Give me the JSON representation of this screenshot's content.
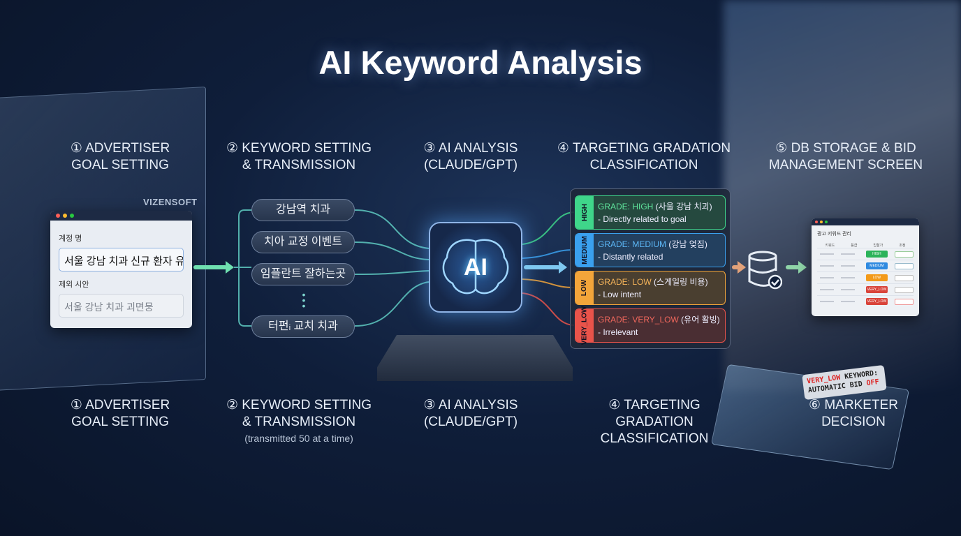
{
  "title": "AI Keyword Analysis",
  "steps_top": [
    {
      "label": "① ADVERTISER\nGOAL SETTING"
    },
    {
      "label": "② KEYWORD SETTING\n& TRANSMISSION"
    },
    {
      "label": "③ AI ANALYSIS\n(CLAUDE/GPT)"
    },
    {
      "label": "④ TARGETING GRADATION\nCLASSIFICATION"
    },
    {
      "label": "⑤ DB STORAGE & BID\nMANAGEMENT SCREEN"
    }
  ],
  "steps_bottom": [
    {
      "label": "① ADVERTISER\nGOAL SETTING"
    },
    {
      "label": "② KEYWORD SETTING\n& TRANSMISSION",
      "sub": "(transmitted 50 at a time)"
    },
    {
      "label": "③ AI ANALYSIS\n(CLAUDE/GPT)"
    },
    {
      "label": "④ TARGETING\nGRADATION\nCLASSIFICATION"
    },
    {
      "label": "⑥ MARKETER\nDECISION"
    }
  ],
  "advertiser_window": {
    "brand": "VIZENSOFT",
    "field1_label": "계정 명",
    "field1_value": "서울 강남 치과 신규 환자 유치",
    "field2_label": "제외 시안",
    "field2_value": "서울 강남 치과 괴면뭉"
  },
  "keywords": [
    "강남역 치과",
    "치아 교정 이벤트",
    "임플란트 잘하는곳",
    "터펀ᵢ 교치 치과"
  ],
  "ai_chip": {
    "label": "AI"
  },
  "grades": [
    {
      "tag": "HIGH",
      "grade": "GRADE: HIGH",
      "ko": "(사울 강남 치괴)",
      "desc": "- Directly related to goal",
      "color": "#3fd68a"
    },
    {
      "tag": "MEDIUM",
      "grade": "GRADE: MEDIUM",
      "ko": "(강남 엊짐)",
      "desc": "- Distantly related",
      "color": "#3aa0ee"
    },
    {
      "tag": "LOW",
      "grade": "GRADE: LOW",
      "ko": "(스게일링 비용)",
      "desc": "- Low intent",
      "color": "#f3a53a"
    },
    {
      "tag": "VERY_LOW",
      "grade": "GRADE: VERY_LOW",
      "ko": "(유어 활빙)",
      "desc": "- Irrelevant",
      "color": "#e9534a"
    }
  ],
  "db_screen": {
    "title": "광고 키워드 관리",
    "headers": [
      "키워드",
      "등급",
      "입찰가",
      "조정"
    ],
    "badges": [
      {
        "label": "HIGH",
        "color": "#2bb35a"
      },
      {
        "label": "MEDIUM",
        "color": "#2f8ae0"
      },
      {
        "label": "LOW",
        "color": "#f39a1a"
      },
      {
        "label": "VERY_LOW",
        "color": "#d9443a"
      },
      {
        "label": "VERY_LOW",
        "color": "#d9443a"
      }
    ]
  },
  "marketer_alert": {
    "line1_red": "VERY_LOW",
    "line1": " KEYWORD:",
    "line2": "AUTOMATIC BID ",
    "line2_red": "OFF"
  }
}
